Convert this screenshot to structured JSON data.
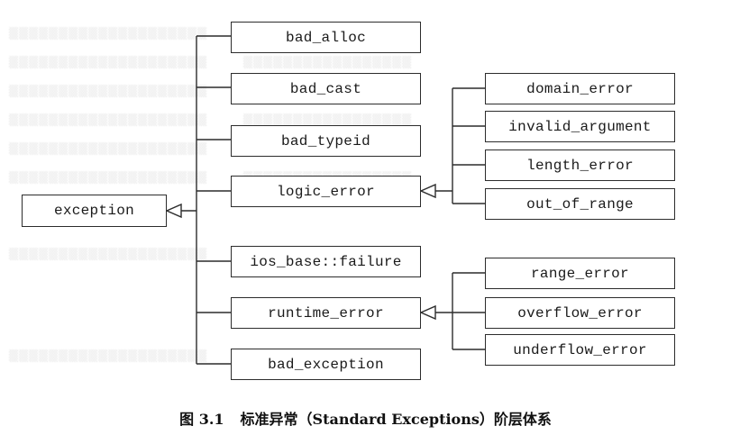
{
  "diagram": {
    "root": {
      "label": "exception"
    },
    "children": [
      {
        "label": "bad_alloc"
      },
      {
        "label": "bad_cast"
      },
      {
        "label": "bad_typeid"
      },
      {
        "label": "logic_error"
      },
      {
        "label": "ios_base::failure"
      },
      {
        "label": "runtime_error"
      },
      {
        "label": "bad_exception"
      }
    ],
    "logic_error_children": [
      {
        "label": "domain_error"
      },
      {
        "label": "invalid_argument"
      },
      {
        "label": "length_error"
      },
      {
        "label": "out_of_range"
      }
    ],
    "runtime_error_children": [
      {
        "label": "range_error"
      },
      {
        "label": "overflow_error"
      },
      {
        "label": "underflow_error"
      }
    ]
  },
  "caption": {
    "number": "图 3.1",
    "text": "标准异常（Standard Exceptions）阶层体系"
  },
  "colors": {
    "line": "#2c2c2c",
    "text": "#1a1a1a"
  }
}
